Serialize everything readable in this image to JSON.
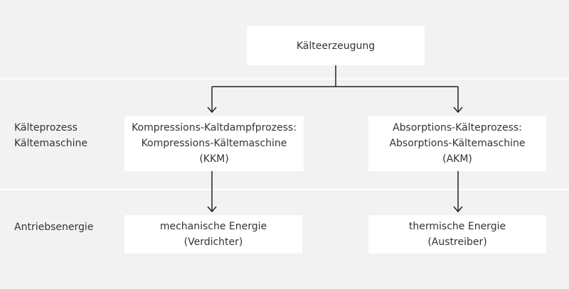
{
  "diagram": {
    "top_node": {
      "label": "Kälteerzeugung"
    },
    "rows": [
      {
        "label_lines": [
          "Kälteprozess",
          "Kältemaschine"
        ]
      },
      {
        "label_lines": [
          "Antriebsenergie"
        ]
      }
    ],
    "left_process": {
      "lines": [
        "Kompressions-Kaltdampfprozess:",
        "Kompressions-Kältemaschine",
        "(KKM)"
      ]
    },
    "right_process": {
      "lines": [
        "Absorptions-Kälteprozess:",
        "Absorptions-Kältemaschine",
        "(AKM)"
      ]
    },
    "left_energy": {
      "lines": [
        "mechanische Energie",
        "(Verdichter)"
      ]
    },
    "right_energy": {
      "lines": [
        "thermische Energie",
        "(Austreiber)"
      ]
    }
  }
}
